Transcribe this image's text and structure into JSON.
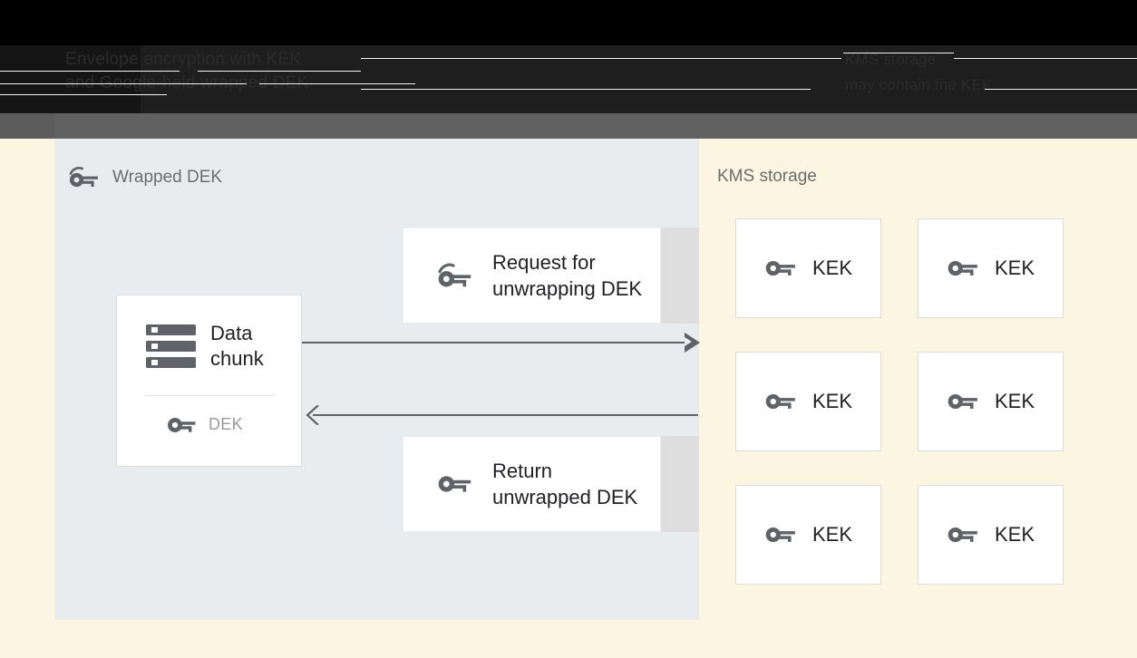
{
  "header": {
    "title_line1": "Envelope encryption with KEK",
    "title_line2": "and Google-held wrapped DEK",
    "right_line1": "KMS storage",
    "right_line2": "may contain the KEK"
  },
  "left_panel": {
    "title": "Wrapped DEK",
    "title_icon": "wrapped-key-icon",
    "background_color": "#e8ecef",
    "data_chunk_card": {
      "icon": "storage-icon",
      "label_line1": "Data",
      "label_line2": "chunk",
      "dek": {
        "icon": "key-icon",
        "label": "DEK"
      }
    },
    "messages": [
      {
        "icon": "wrapped-key-icon",
        "label_line1": "Request for",
        "label_line2": "unwrapping DEK"
      },
      {
        "icon": "key-icon",
        "label_line1": "Return",
        "label_line2": "unwrapped DEK"
      }
    ],
    "arrows": [
      {
        "name": "request-arrow",
        "direction": "right"
      },
      {
        "name": "response-arrow",
        "direction": "left"
      }
    ]
  },
  "right_panel": {
    "title": "KMS storage",
    "background_color": "#fcf5e2",
    "keys": [
      {
        "icon": "key-icon",
        "label": "KEK"
      },
      {
        "icon": "key-icon",
        "label": "KEK"
      },
      {
        "icon": "key-icon",
        "label": "KEK"
      },
      {
        "icon": "key-icon",
        "label": "KEK"
      },
      {
        "icon": "key-icon",
        "label": "KEK"
      },
      {
        "icon": "key-icon",
        "label": "KEK"
      }
    ]
  },
  "colors": {
    "left_panel": "#e8ecef",
    "right_panel": "#fcf5e2",
    "strip": "#dedede",
    "arrow": "#5f6368",
    "icon": "#5f6368",
    "text": "#202124",
    "muted_text": "#6d6d6d"
  }
}
